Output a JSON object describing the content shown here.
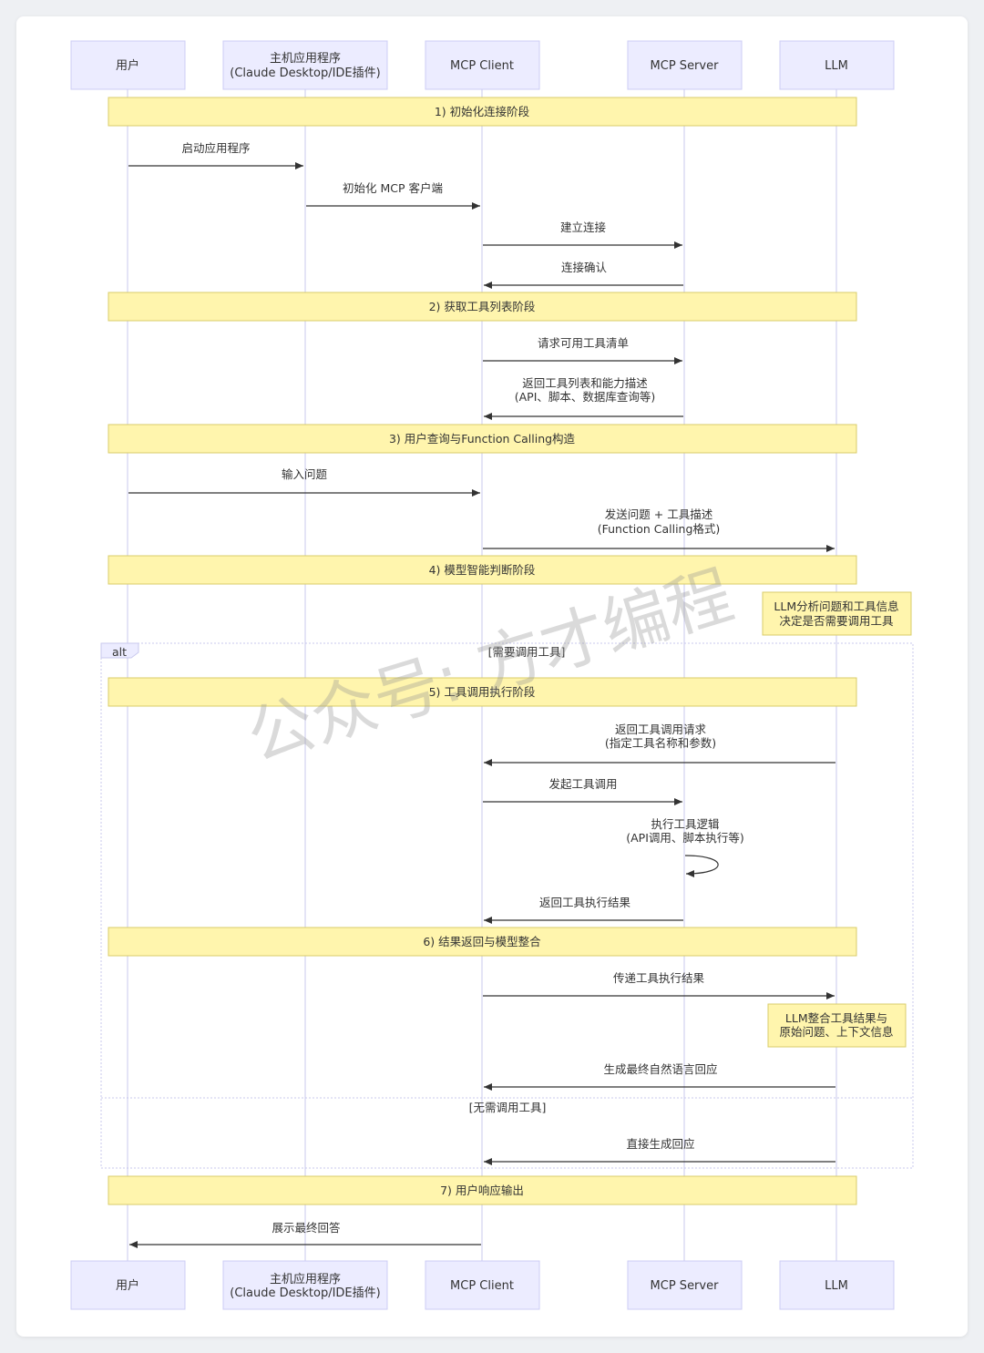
{
  "participants": [
    {
      "id": "user",
      "lines": [
        "用户"
      ]
    },
    {
      "id": "host",
      "lines": [
        "主机应用程序",
        "(Claude Desktop/IDE插件)"
      ]
    },
    {
      "id": "client",
      "lines": [
        "MCP Client"
      ]
    },
    {
      "id": "server",
      "lines": [
        "MCP Server"
      ]
    },
    {
      "id": "llm",
      "lines": [
        "LLM"
      ]
    }
  ],
  "phases": {
    "p1": "1) 初始化连接阶段",
    "p2": "2) 获取工具列表阶段",
    "p3": "3) 用户查询与Function Calling构造",
    "p4": "4) 模型智能判断阶段",
    "p5": "5) 工具调用执行阶段",
    "p6": "6) 结果返回与模型整合",
    "p7": "7) 用户响应输出"
  },
  "messages": {
    "m1": [
      "启动应用程序"
    ],
    "m2": [
      "初始化 MCP 客户端"
    ],
    "m3": [
      "建立连接"
    ],
    "m4": [
      "连接确认"
    ],
    "m5": [
      "请求可用工具清单"
    ],
    "m6": [
      "返回工具列表和能力描述",
      "(API、脚本、数据库查询等)"
    ],
    "m7": [
      "输入问题"
    ],
    "m8": [
      "发送问题 + 工具描述",
      "(Function Calling格式)"
    ],
    "m9": [
      "返回工具调用请求",
      "(指定工具名称和参数)"
    ],
    "m10": [
      "发起工具调用"
    ],
    "m11": [
      "执行工具逻辑",
      "(API调用、脚本执行等)"
    ],
    "m12": [
      "返回工具执行结果"
    ],
    "m13": [
      "传递工具执行结果"
    ],
    "m14": [
      "生成最终自然语言回应"
    ],
    "m15": [
      "直接生成回应"
    ],
    "m16": [
      "展示最终回答"
    ]
  },
  "notes": {
    "n1": [
      "LLM分析问题和工具信息",
      "决定是否需要调用工具"
    ],
    "n2": [
      "LLM整合工具结果与",
      "原始问题、上下文信息"
    ]
  },
  "alt": {
    "keyword": "alt",
    "cond1": "[需要调用工具]",
    "cond2": "[无需调用工具]"
  },
  "watermark": "公众号: 方才编程",
  "colors": {
    "actor_fill": "#ececff",
    "actor_stroke": "#ccccf5",
    "phase_fill": "#fff5ad",
    "phase_stroke": "#d8cc6a",
    "lifeline": "#c9c9ee",
    "arrow": "#333333",
    "alt_border": "#c9c9ee"
  }
}
